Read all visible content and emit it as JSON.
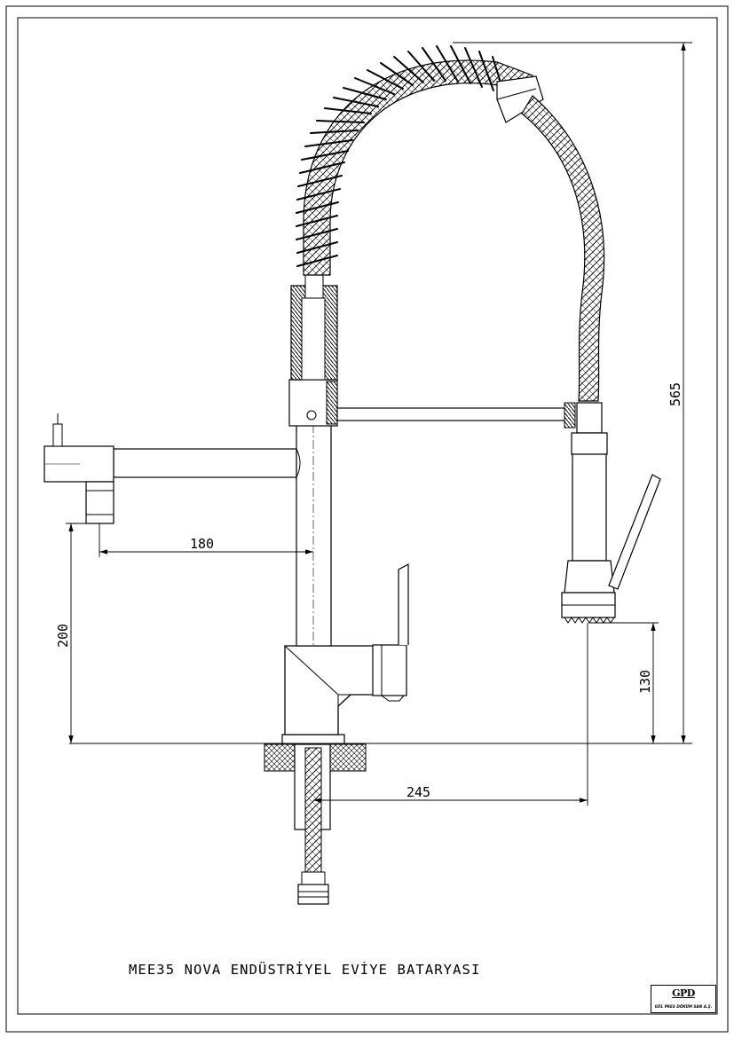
{
  "drawing": {
    "title": "MEE35 NOVA ENDÜSTRİYEL EVİYE BATARYASI",
    "dimensions": {
      "total_height": "565",
      "spout_reach": "180",
      "spout_height": "200",
      "spray_reach": "245",
      "spray_height": "130"
    },
    "logo": {
      "mark": "GPD",
      "company": "GÜL PRES DÖKÜM SAN A.Ş."
    }
  },
  "colors": {
    "line": "#000000",
    "background": "#ffffff"
  },
  "icons": [
    "faucet-drawing-icon",
    "company-logo-icon"
  ]
}
